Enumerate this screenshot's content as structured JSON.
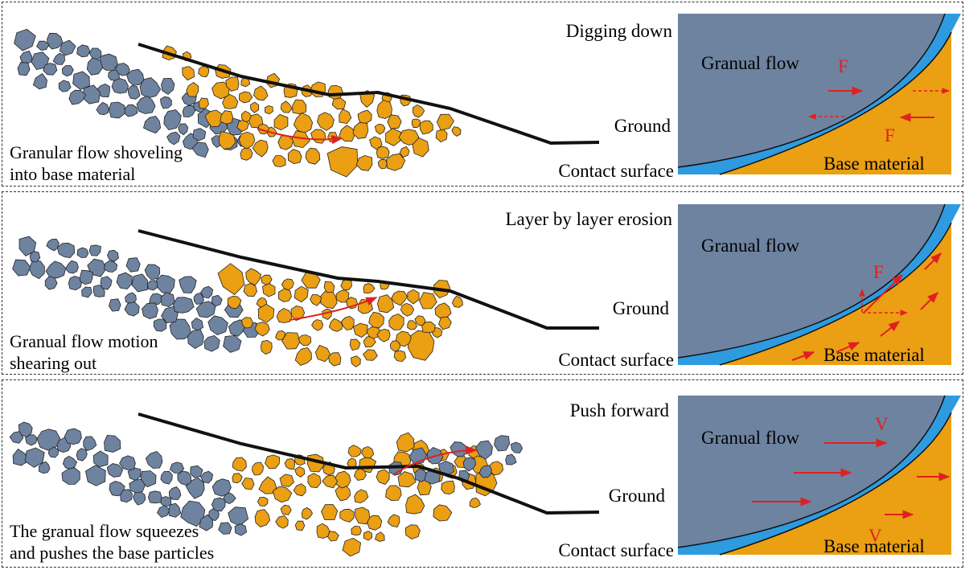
{
  "colors": {
    "flow": "#6e83a0",
    "base": "#eb9f12",
    "contact_layer": "#2e9be0",
    "arrow": "#e02020",
    "ground_line": "#111111",
    "border": "#333333"
  },
  "panels": [
    {
      "title": "Digging down",
      "caption_lines": [
        "Granular flow shoveling",
        "into base material"
      ],
      "ground_label": "Ground",
      "contact_label": "Contact surface",
      "flow_label": "Granual flow",
      "base_label": "Base material",
      "force_labels": [
        "F",
        "F"
      ]
    },
    {
      "title": "Layer by layer erosion",
      "caption_lines": [
        "Granual flow motion",
        "shearing out"
      ],
      "ground_label": "Ground",
      "contact_label": "Contact surface",
      "flow_label": "Granual flow",
      "base_label": "Base material",
      "force_labels": [
        "F"
      ]
    },
    {
      "title": "Push forward",
      "caption_lines": [
        "The granual flow squeezes",
        "and pushes the base particles"
      ],
      "ground_label": "Ground",
      "contact_label": "Contact surface",
      "flow_label": "Granual flow",
      "base_label": "Base material",
      "force_labels": [
        "V",
        "V"
      ]
    }
  ]
}
